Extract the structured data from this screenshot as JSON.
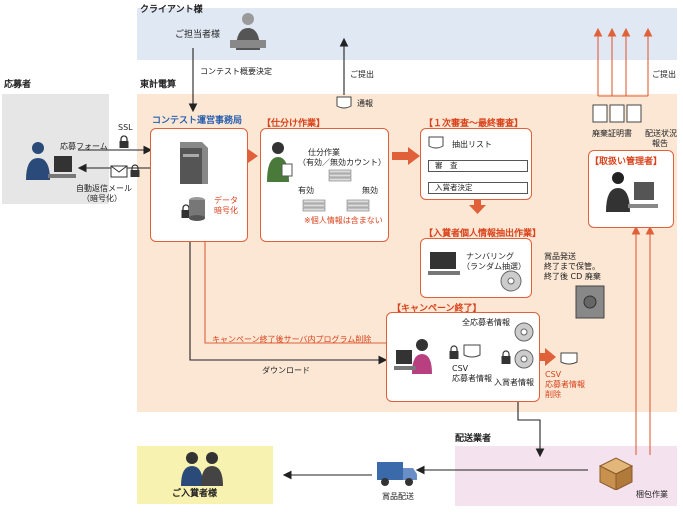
{
  "sections": {
    "client": "クライアント様",
    "toukei": "東計電算",
    "applicant": "応募者",
    "delivery": "配送業者",
    "winner": "ご入賞者様"
  },
  "client": {
    "person": "ご担当者様",
    "contest_decision": "コンテスト概要決定",
    "submit": "ご提出",
    "submit2": "ご提出"
  },
  "applicant": {
    "form": "応募フォーム",
    "ssl": "SSL",
    "auto_mail_1": "自動返信メール",
    "auto_mail_2": "（暗号化）"
  },
  "office": {
    "title": "コンテスト運営事務局",
    "data_1": "データ",
    "data_2": "暗号化"
  },
  "sorting": {
    "title": "【仕分け作業】",
    "work_1": "仕分作業",
    "work_2": "（有効／無効カウント）",
    "valid": "有効",
    "invalid": "無効",
    "note": "※個人情報は含まない",
    "report": "通報"
  },
  "review": {
    "title": "【１次審査〜最終審査】",
    "list": "抽出リスト",
    "judge": "審　査",
    "decide": "入賞者決定"
  },
  "extract": {
    "title": "【入賞者個人情報抽出作業】",
    "numbering_1": "ナンバリング",
    "numbering_2": "（ランダム抽選）"
  },
  "storage": {
    "line1": "賞品発送",
    "line2": "終了まで保管。",
    "line3": "終了後 CD 廃棄"
  },
  "manager": {
    "title": "【取扱い管理者】",
    "disposal": "廃棄証明書",
    "shipping_1": "配送状況",
    "shipping_2": "報告"
  },
  "campaign": {
    "title": "【キャンペーン終了】",
    "all_info": "全応募者情報",
    "csv_1": "CSV",
    "csv_2": "応募者情報",
    "winner_info": "入賞者情報",
    "csv_del_1": "CSV",
    "csv_del_2": "応募者情報",
    "csv_del_3": "削除"
  },
  "flows": {
    "delete_program": "キャンペーン終了後サーバ内プログラム削除",
    "download": "ダウンロード"
  },
  "delivery": {
    "packing": "梱包作業",
    "prize_ship": "賞品配送"
  },
  "colors": {
    "accent": "#d9421b",
    "client_bg": "#dfe8f3",
    "toukei_bg": "#fbe7d4",
    "applicant_bg": "#e6e6e6",
    "delivery_bg": "#f4e3ee",
    "winner_bg": "#f8f2b0"
  }
}
